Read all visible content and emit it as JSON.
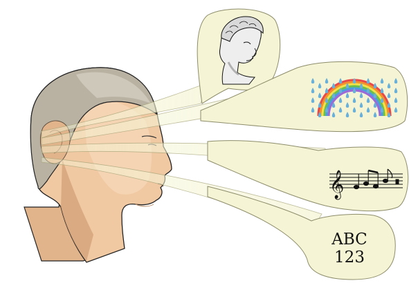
{
  "bubbles": [
    {
      "name": "face-thought",
      "icon": "statue-head-icon"
    },
    {
      "name": "rainbow-thought",
      "icon": "rainbow-rain-icon"
    },
    {
      "name": "music-thought",
      "icon": "music-notes-icon"
    },
    {
      "name": "text-thought",
      "icon": "letters-numbers-icon"
    }
  ],
  "text_bubble": {
    "line1": "ABC",
    "line2": "123"
  },
  "colors": {
    "bubble_fill": "#f5f5d6",
    "bubble_stroke": "#8c8c6a",
    "skin_light": "#f1c7a0",
    "skin_mid": "#e0b088",
    "skin_dark": "#c9976a",
    "hair": "#b7b1a3",
    "rain": "#6ab0d8"
  }
}
